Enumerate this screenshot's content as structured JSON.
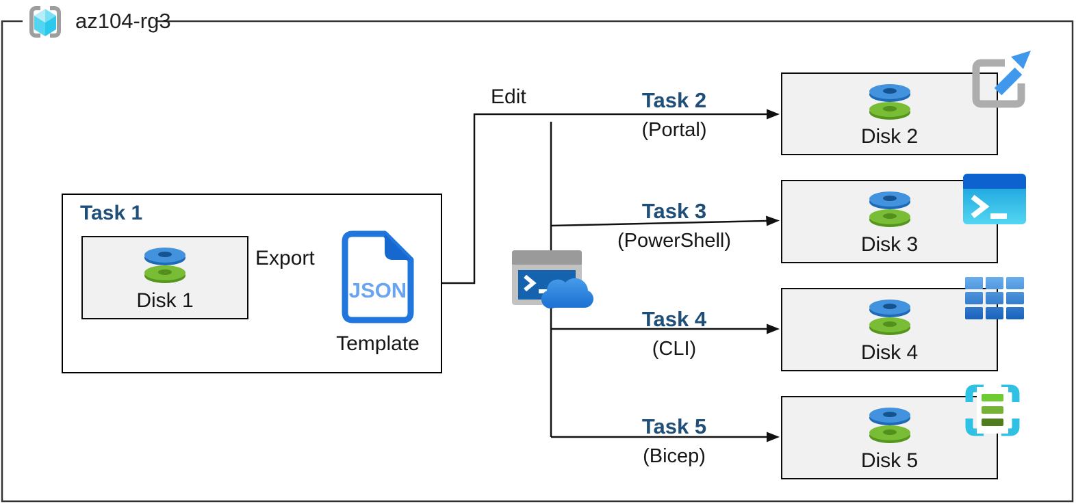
{
  "resource_group": {
    "name": "az104-rg3"
  },
  "task1": {
    "label": "Task 1",
    "disk_label": "Disk 1",
    "export_label": "Export",
    "json_doc_text": "JSON",
    "template_label": "Template"
  },
  "edit_label": "Edit",
  "branches": [
    {
      "task": "Task 2",
      "method": "(Portal)",
      "disk_label": "Disk 2",
      "icon": "open-in-portal-icon"
    },
    {
      "task": "Task 3",
      "method": "(PowerShell)",
      "disk_label": "Disk 3",
      "icon": "powershell-icon"
    },
    {
      "task": "Task 4",
      "method": "(CLI)",
      "disk_label": "Disk 4",
      "icon": "cli-icon"
    },
    {
      "task": "Task 5",
      "method": "(Bicep)",
      "disk_label": "Disk 5",
      "icon": "bicep-template-icon"
    }
  ],
  "colors": {
    "task_label_navy": "#1F4E79",
    "connector_black": "#111111",
    "disk_card_bg": "#f1f1f1",
    "disk_blue": "#4392dd",
    "disk_green": "#79bd36",
    "json_border_blue": "#2176dd",
    "json_text_blue": "#6aa4ee",
    "portal_arrow_blue": "#3f98ec",
    "powershell_header_blue": "#0d62cf",
    "powershell_body_cyan": "#4cd3f0",
    "bicep_cyan": "#30c0e3",
    "resource_group_cyan": "#52d5f0",
    "bracket_gray": "#a6a6a6"
  }
}
